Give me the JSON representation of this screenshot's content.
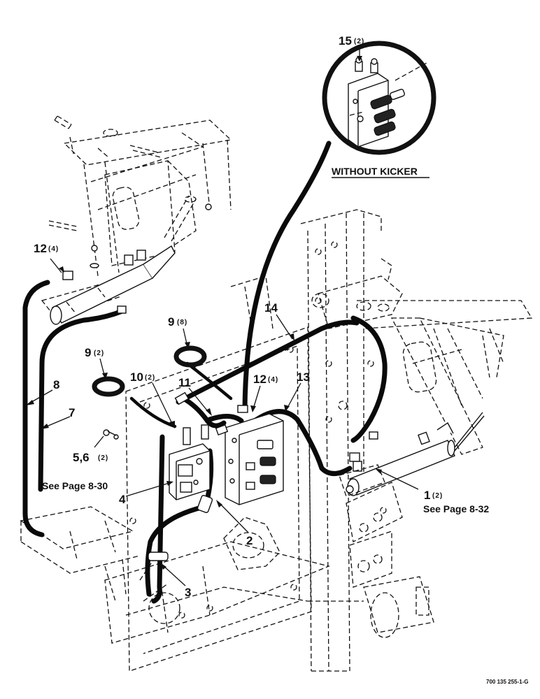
{
  "inset": {
    "heading": "WITHOUT KICKER",
    "callout_number": "15",
    "callout_qty": "(2)"
  },
  "callouts": [
    {
      "id": "c15",
      "number": "15",
      "qty": "(2)"
    },
    {
      "id": "c12a",
      "number": "12",
      "qty": "(4)"
    },
    {
      "id": "c14",
      "number": "14",
      "qty": ""
    },
    {
      "id": "c9a",
      "number": "9",
      "qty": "(8)"
    },
    {
      "id": "c9b",
      "number": "9",
      "qty": "(2)"
    },
    {
      "id": "c10",
      "number": "10",
      "qty": "(2)"
    },
    {
      "id": "c11",
      "number": "11",
      "qty": ""
    },
    {
      "id": "c12b",
      "number": "12",
      "qty": "(4)"
    },
    {
      "id": "c13",
      "number": "13",
      "qty": ""
    },
    {
      "id": "c8",
      "number": "8",
      "qty": ""
    },
    {
      "id": "c7",
      "number": "7",
      "qty": ""
    },
    {
      "id": "c56",
      "number": "5,6",
      "qty": "(2)"
    },
    {
      "id": "c4",
      "number": "4",
      "qty": ""
    },
    {
      "id": "c2",
      "number": "2",
      "qty": ""
    },
    {
      "id": "c3",
      "number": "3",
      "qty": ""
    },
    {
      "id": "c1",
      "number": "1",
      "qty": "(2)"
    }
  ],
  "notes": {
    "valve_reference": "See Page 8-30",
    "cylinder_reference": "See Page 8-32"
  },
  "document_number": "700 135 255-1-G"
}
